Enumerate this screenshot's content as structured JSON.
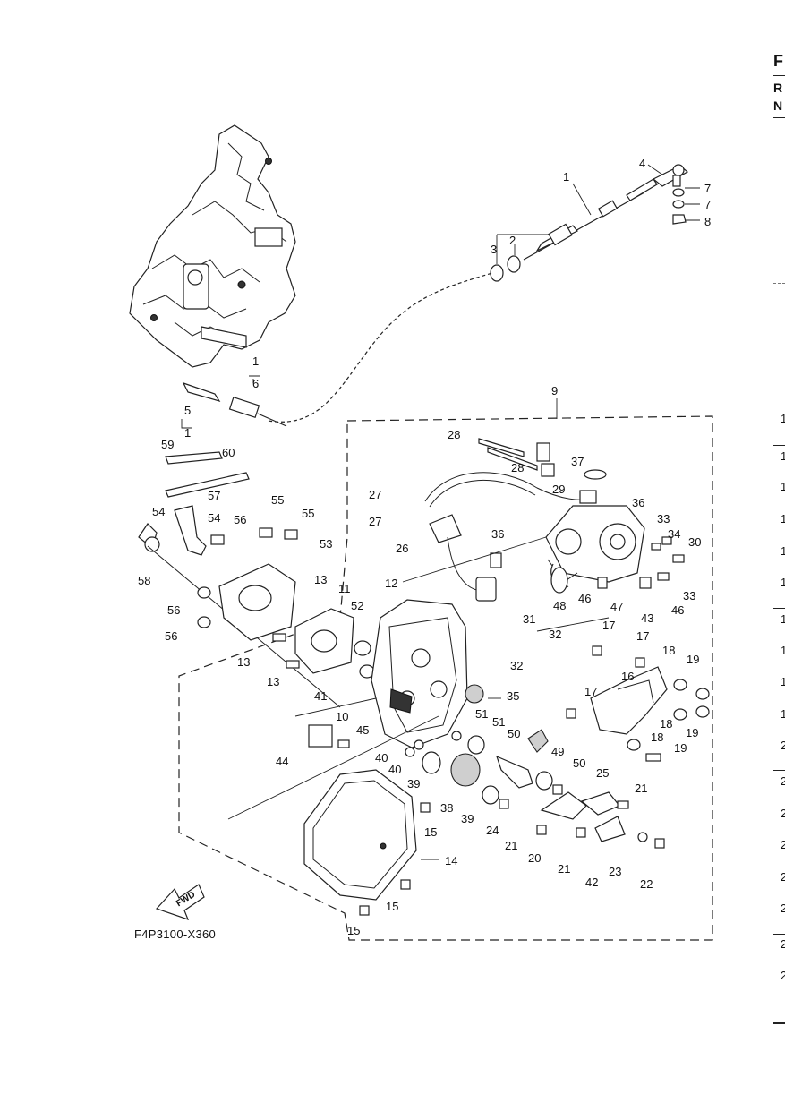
{
  "figure": {
    "code": "F4P3100-X360",
    "fwd_label": "FWD"
  },
  "part_labels": [
    "1",
    "4",
    "7",
    "7",
    "8",
    "3",
    "2",
    "1",
    "6",
    "5",
    "1",
    "9",
    "28",
    "28",
    "37",
    "29",
    "36",
    "33",
    "34",
    "30",
    "33",
    "46",
    "27",
    "27",
    "26",
    "36",
    "46",
    "47",
    "48",
    "43",
    "59",
    "60",
    "57",
    "55",
    "55",
    "54",
    "54",
    "56",
    "58",
    "53",
    "56",
    "56",
    "13",
    "11",
    "52",
    "13",
    "12",
    "13",
    "31",
    "32",
    "32",
    "17",
    "17",
    "18",
    "19",
    "16",
    "17",
    "18",
    "19",
    "18",
    "19",
    "35",
    "41",
    "10",
    "51",
    "51",
    "45",
    "44",
    "40",
    "40",
    "50",
    "49",
    "39",
    "38",
    "50",
    "25",
    "21",
    "39",
    "24",
    "15",
    "21",
    "20",
    "21",
    "42",
    "23",
    "22",
    "15",
    "14",
    "15"
  ],
  "right_edge": {
    "headers": [
      "F",
      "R",
      "N"
    ],
    "numbers": [
      "1",
      "1",
      "1",
      "1",
      "1",
      "1",
      "1",
      "1",
      "1",
      "1",
      "2",
      "2",
      "2",
      "2",
      "2",
      "2",
      "2",
      "2"
    ]
  }
}
